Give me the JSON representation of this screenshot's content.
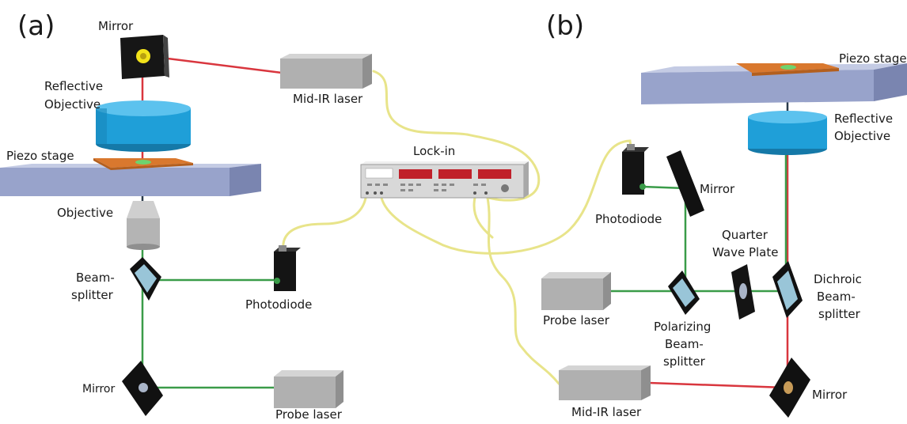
{
  "colors": {
    "mid_ir_beam": "#d9363e",
    "probe_beam": "#3a9c49",
    "cable": "#e8e48a",
    "objective_blue": "#1f9fd8",
    "stage_slab": "#98a3cb",
    "piezo": "#d9782e",
    "laser_gray": "#b0b0b0",
    "instrument_panel": "#d8d8d8",
    "display_red": "#c0202a"
  },
  "panel_a": {
    "label": "(a)",
    "mirror_top": "Mirror",
    "reflective_objective": [
      "Reflective",
      "Objective"
    ],
    "mid_ir_laser": "Mid-IR laser",
    "piezo_stage": "Piezo stage",
    "objective": "Objective",
    "beamsplitter": [
      "Beam-",
      "splitter"
    ],
    "photodiode": "Photodiode",
    "mirror_bottom": "Mirror",
    "probe_laser": "Probe laser"
  },
  "lockin": {
    "label": "Lock-in"
  },
  "panel_b": {
    "label": "(b)",
    "piezo_stage": "Piezo stage",
    "reflective_objective": [
      "Reflective",
      "Objective"
    ],
    "mirror_top": "Mirror",
    "photodiode": "Photodiode",
    "quarter_wave_plate": [
      "Quarter",
      "Wave Plate"
    ],
    "dichroic_beamsplitter": [
      "Dichroic",
      "Beam-",
      "splitter"
    ],
    "probe_laser": "Probe laser",
    "polarizing_beamsplitter": [
      "Polarizing",
      "Beam-",
      "splitter"
    ],
    "mid_ir_laser": "Mid-IR laser",
    "mirror_bottom": "Mirror"
  }
}
